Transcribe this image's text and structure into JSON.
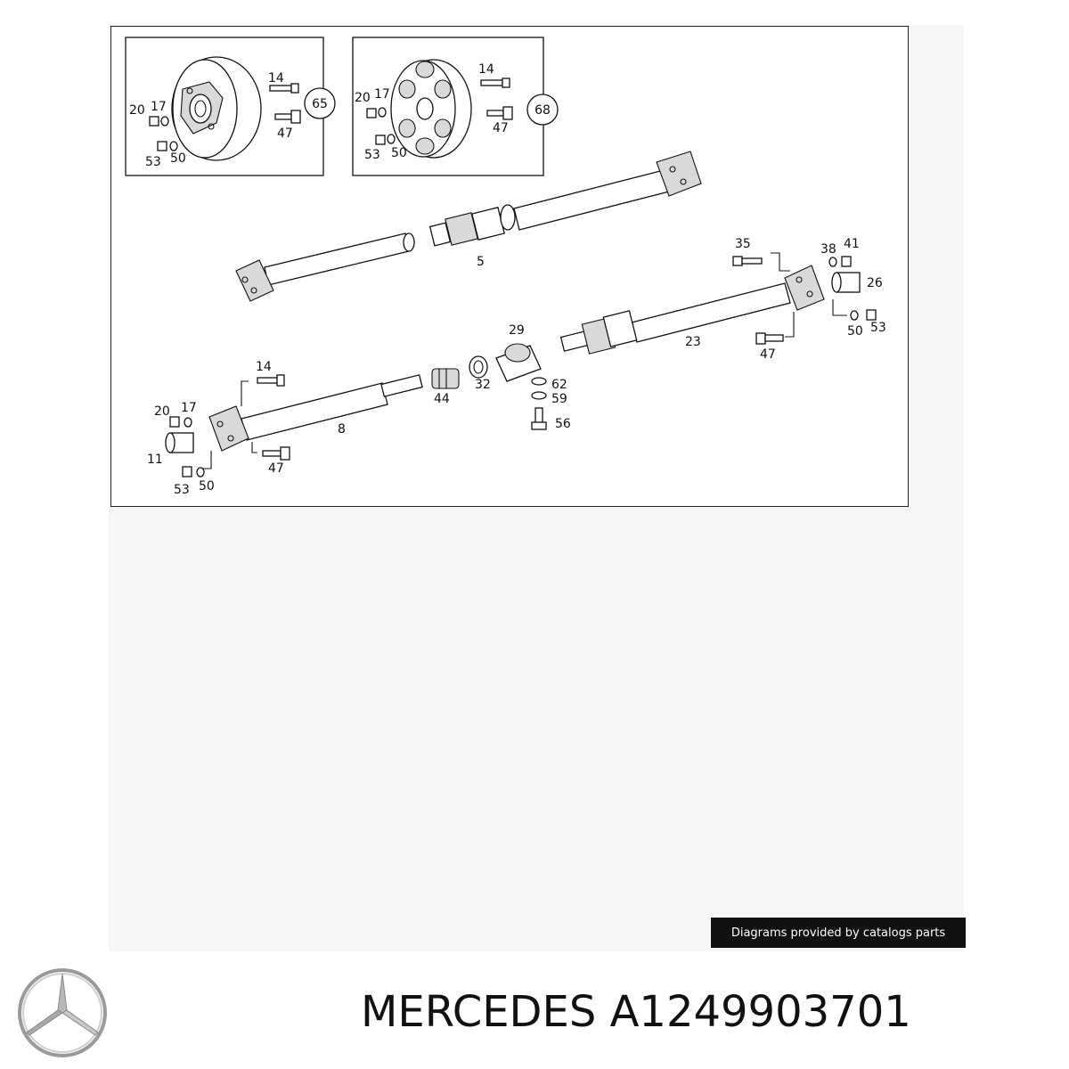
{
  "diagram": {
    "detail_boxes": [
      {
        "reference": "65",
        "labels": [
          "14",
          "20",
          "17",
          "47",
          "53",
          "50"
        ]
      },
      {
        "reference": "68",
        "labels": [
          "14",
          "20",
          "17",
          "47",
          "53",
          "50"
        ]
      }
    ],
    "labels": {
      "shaft_upper": "5",
      "bolt_35": "35",
      "washer_38": "38",
      "nut_41": "41",
      "sleeve_26": "26",
      "shaft_23": "23",
      "washer_50_r": "50",
      "nut_53_r": "53",
      "bolt_47_r": "47",
      "bearing_29": "29",
      "ring_32": "32",
      "boot_44": "44",
      "washer_62": "62",
      "washer_59": "59",
      "bolt_56": "56",
      "bolt_14": "14",
      "washer_17": "17",
      "nut_20": "20",
      "sleeve_11": "11",
      "shaft_8": "8",
      "bolt_47_l": "47",
      "nut_53_l": "53",
      "washer_50_l": "50"
    }
  },
  "credit": "Diagrams provided by catalogs parts",
  "brand": {
    "logo": "mercedes-star-logo"
  },
  "title": "MERCEDES A1249903701"
}
